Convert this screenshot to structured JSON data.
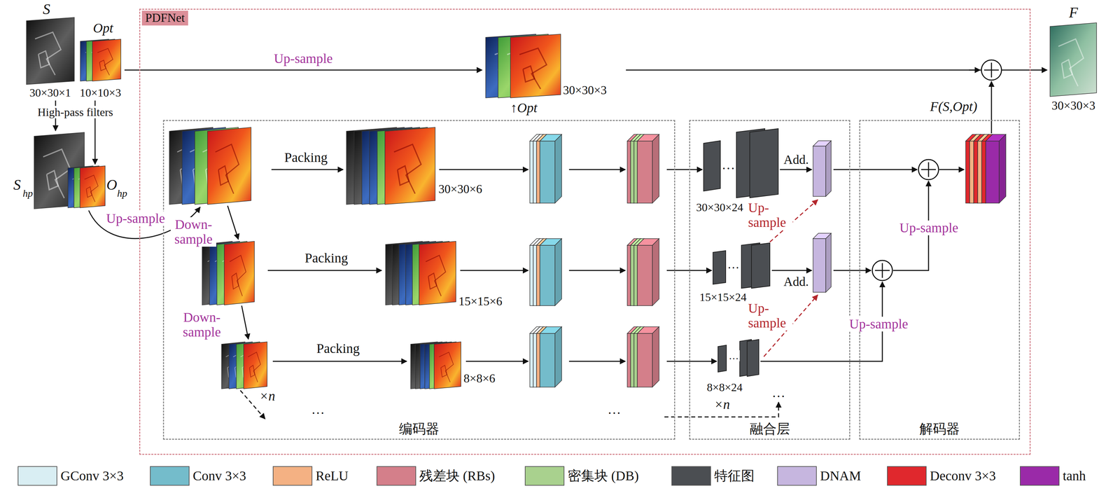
{
  "diagram": {
    "nodes": [
      {
        "text": [
          "S",
          "30×30×1"
        ]
      },
      {
        "text": [
          "Opt",
          "10×10×3"
        ]
      },
      {
        "text": [
          "S",
          "hp"
        ]
      },
      {
        "text": [
          "O",
          "hp"
        ]
      },
      {
        "text": [
          "PDFNet"
        ]
      },
      {
        "text": [
          "30×30×3",
          "↑Opt"
        ],
        "in": 4
      },
      {
        "text": [
          "编码器"
        ],
        "in": 4
      },
      {
        "text": [
          "30×30×6"
        ],
        "in": 6
      },
      {
        "text": [
          "15×15×6"
        ],
        "in": 6
      },
      {
        "text": [
          "8×8×6"
        ],
        "in": 6
      },
      {
        "text": [
          "融合层"
        ],
        "in": 4
      },
      {
        "text": [
          "30×30×24"
        ],
        "in": 10
      },
      {
        "text": [
          "15×15×24"
        ],
        "in": 10
      },
      {
        "text": [
          "8×8×24"
        ],
        "in": 10
      },
      {
        "text": [
          "解码器"
        ],
        "in": 4
      },
      {
        "text": [
          "F",
          "30×30×3"
        ]
      }
    ],
    "edges": [
      {
        "from": 0,
        "to": 2,
        "arrow": "to"
      },
      {
        "from": 1,
        "to": 3,
        "arrow": "to"
      },
      {
        "from": 1,
        "to": 5,
        "label": "Up-sample",
        "arrow": "to"
      },
      {
        "from": 5,
        "to": 15,
        "arrow": "to"
      }
    ],
    "labels": [
      "High-pass filters",
      "Up-sample",
      "Down- sample",
      "Down- sample",
      "×n",
      "Packing",
      "Packing",
      "Packing",
      "…",
      "…",
      "…",
      "…",
      "…",
      "Add.",
      "Add.",
      "Up- sample",
      "Up- sample",
      "…",
      "×n",
      "Up-sample",
      "Up-sample",
      "F(S,Opt)"
    ],
    "legend": [
      {
        "text": "GConv 3×3",
        "color": "#d9eef3"
      },
      {
        "text": "Conv 3×3",
        "color": "#74bccb"
      },
      {
        "text": "ReLU",
        "color": "#f4b183"
      },
      {
        "text": "残差块 (RBs)",
        "color": "#d47f8a"
      },
      {
        "text": "密集块 (DB)",
        "color": "#a9d18e"
      },
      {
        "text": "特征图",
        "color": "#4b4e52"
      },
      {
        "text": "DNAM",
        "color": "#c6b6df"
      },
      {
        "text": "Deconv 3×3",
        "color": "#e0282d"
      },
      {
        "text": "tanh",
        "color": "#9a2aa8"
      }
    ]
  }
}
